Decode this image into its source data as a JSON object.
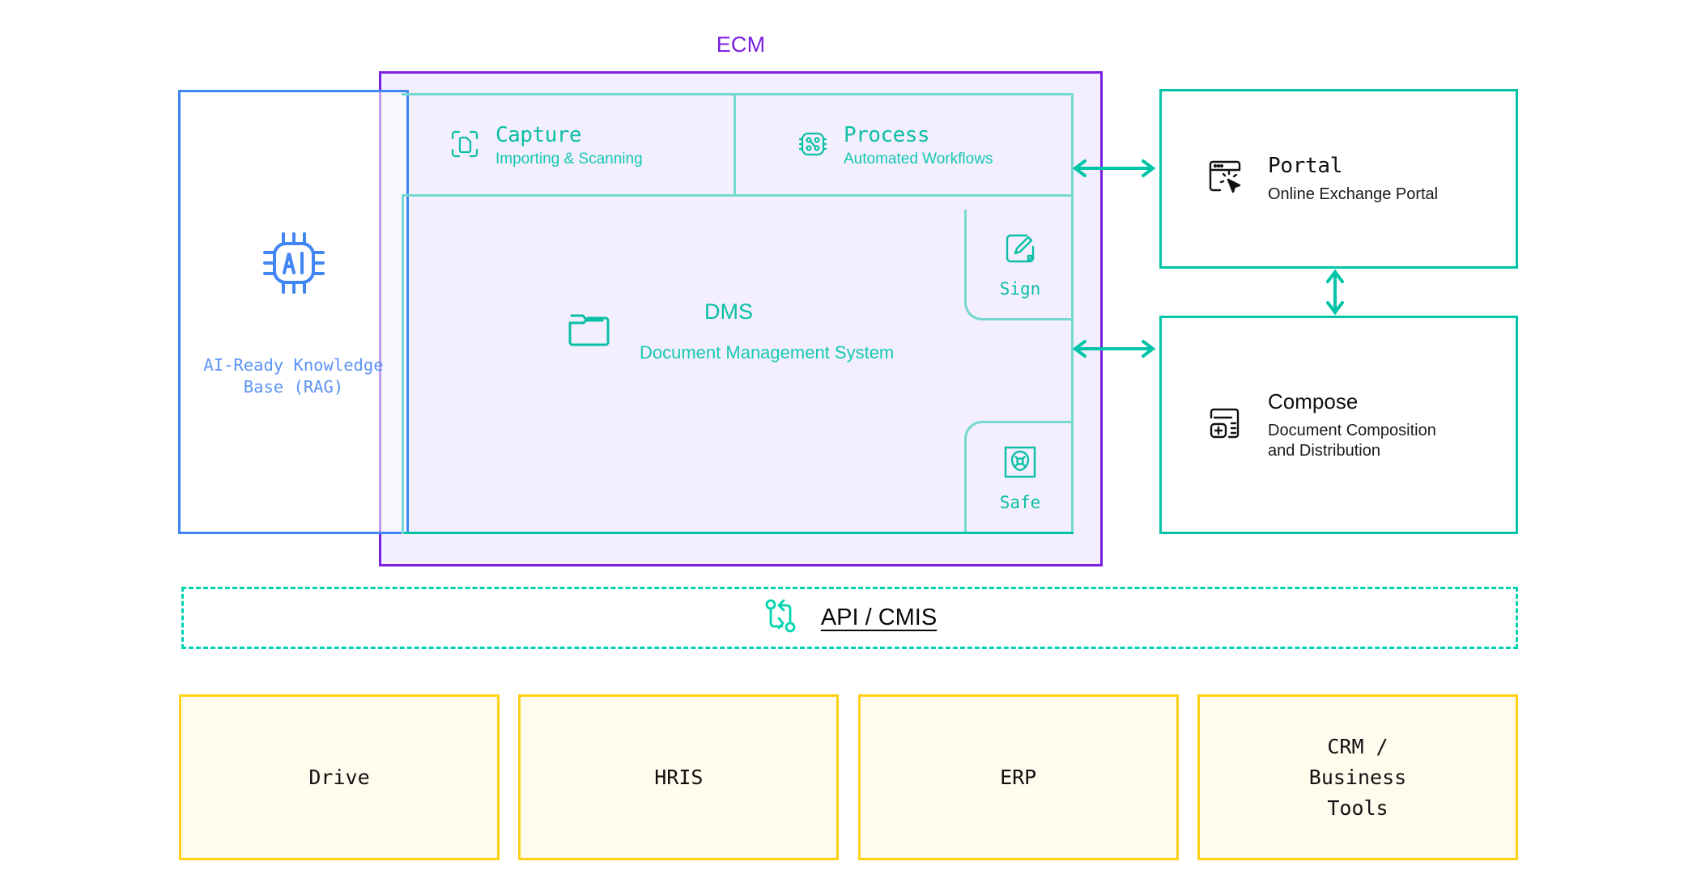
{
  "ecm": {
    "label": "ECM",
    "accent": "#7b1fe0",
    "fill": "#f3efff"
  },
  "ai": {
    "icon": "ai-chip-icon",
    "caption": "AI-Ready Knowledge\nBase (RAG)",
    "caption_line1": "AI-Ready Knowledge",
    "caption_line2": "Base (RAG)",
    "accent": "#4285f4"
  },
  "modules": [
    {
      "key": "capture",
      "icon": "scan-document-icon",
      "title": "Capture",
      "subtitle": "Importing & Scanning"
    },
    {
      "key": "process",
      "icon": "workflow-chip-icon",
      "title": "Process",
      "subtitle": "Automated Workflows"
    }
  ],
  "dms": {
    "icon": "folder-icon",
    "title": "DMS",
    "subtitle": "Document Management System",
    "accent": "#0bbfa5"
  },
  "subboxes": [
    {
      "key": "sign",
      "icon": "sign-pen-icon",
      "label": "Sign"
    },
    {
      "key": "safe",
      "icon": "safe-vault-icon",
      "label": "Safe"
    }
  ],
  "side_boxes": [
    {
      "key": "portal",
      "icon": "browser-cursor-icon",
      "title": "Portal",
      "subtitle": "Online Exchange Portal"
    },
    {
      "key": "compose",
      "icon": "document-plus-icon",
      "title": "Compose",
      "subtitle_line1": "Document Composition",
      "subtitle_line2": "and Distribution"
    }
  ],
  "api": {
    "icon": "exchange-arrows-icon",
    "label": "API / CMIS",
    "accent": "#00d4b0"
  },
  "integrations": [
    {
      "key": "drive",
      "label": "Drive"
    },
    {
      "key": "hris",
      "label": "HRIS"
    },
    {
      "key": "erp",
      "label": "ERP"
    },
    {
      "key": "crm",
      "label": "CRM /\nBusiness\nTools"
    }
  ],
  "colors": {
    "purple": "#7b1fe0",
    "blue": "#4285f4",
    "teal": "#00c4a7",
    "teal_light": "#76d9cf",
    "yellow": "#ffd015",
    "yellow_fill": "#fffced"
  }
}
